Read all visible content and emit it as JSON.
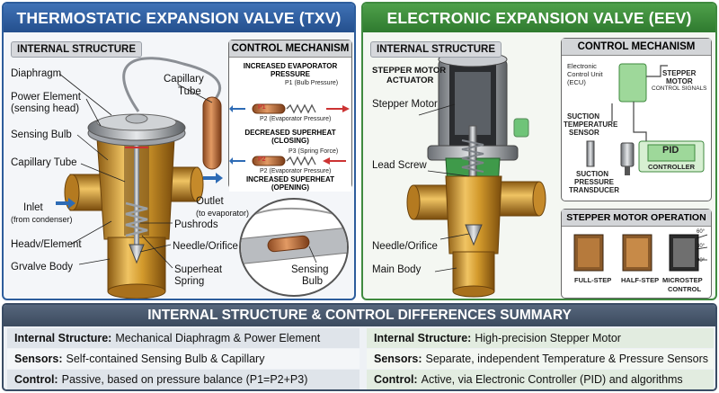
{
  "txv": {
    "title": "THERMOSTATIC EXPANSION VALVE (TXV)",
    "internal_tag": "INTERNAL STRUCTURE",
    "labels": {
      "diaphragm": "Diaphragm",
      "power_element": "Power Element",
      "sensing_head": "(sensing head)",
      "sensing_bulb": "Sensing Bulb",
      "capillary_tube_left": "Capillary Tube",
      "inlet": "Inlet",
      "inlet_sub": "(from condenser)",
      "head_element": "Headv/Element",
      "body": "Grvalve Body",
      "capillary_top_1": "Capillary",
      "capillary_top_2": "Tube",
      "outlet": "Outlet",
      "outlet_sub": "(to evaporator)",
      "pushrods": "Pushrods",
      "needle": "Needle/Orifice",
      "superheat_1": "Superheat",
      "superheat_2": "Spring",
      "sensing_bulb_zoom_1": "Sensing",
      "sensing_bulb_zoom_2": "Bulb"
    },
    "control": {
      "head": "CONTROL MECHANISM",
      "increased_pressure_1": "INCREASED EVAPORATOR",
      "increased_pressure_2": "PRESSURE",
      "p1": "P1 (Bulb Pressure)",
      "p2a": "P2 (Evaporator Pressure)",
      "decreased_superheat_1": "DECREASED SUPERHEAT",
      "decreased_superheat_2": "(CLOSING)",
      "p3": "P3 (Spring Force)",
      "p2b": "P2 (Evaporator Pressure)",
      "increased_superheat_1": "INCREASED SUPERHEAT",
      "increased_superheat_2": "(OPENING)",
      "tag_p1": "P1",
      "tag_p2": "P2"
    }
  },
  "eev": {
    "title": "ELECTRONIC EXPANSION VALVE (EEV)",
    "internal_tag": "INTERNAL STRUCTURE",
    "labels": {
      "stepper_actuator_1": "STEPPER MOTOR",
      "stepper_actuator_2": "ACTUATOR",
      "stepper_motor": "Stepper Motor",
      "lead_screw": "Lead Screw",
      "needle": "Needle/Orifice",
      "main_body": "Main Body"
    },
    "control": {
      "head": "CONTROL MECHANISM",
      "ecu_1": "Electronic",
      "ecu_2": "Control Unit",
      "ecu_3": "(ECU)",
      "stepper_1": "STEPPER",
      "stepper_2": "MOTOR",
      "stepper_3": "CONTROL SIGNALS",
      "suction_temp_1": "SUCTION",
      "suction_temp_2": "TEMPERATURE",
      "suction_temp_3": "SENSOR",
      "pid": "PID",
      "controller": "CONTROLLER",
      "suction_press_1": "SUCTION",
      "suction_press_2": "PRESSURE",
      "suction_press_3": "TRANSDUCER"
    },
    "stepper_op": {
      "head": "STEPPER MOTOR OPERATION",
      "full": "FULL-STEP",
      "half": "HALF-STEP",
      "micro_1": "MICROSTEP",
      "micro_2": "CONTROL",
      "deg_60": "60°",
      "deg_30": "30°",
      "deg_90": "90°"
    }
  },
  "summary": {
    "title": "INTERNAL STRUCTURE & CONTROL DIFFERENCES SUMMARY",
    "left": [
      {
        "key": "Internal Structure:",
        "val": "Mechanical Diaphragm & Power Element"
      },
      {
        "key": "Sensors:",
        "val": "Self-contained Sensing Bulb & Capillary"
      },
      {
        "key": "Control:",
        "val": "Passive, based on pressure balance (P1=P2+P3)"
      }
    ],
    "right": [
      {
        "key": "Internal Structure:",
        "val": "High-precision Stepper Motor"
      },
      {
        "key": "Sensors:",
        "val": "Separate, independent Temperature & Pressure Sensors"
      },
      {
        "key": "Control:",
        "val": "Active, via Electronic Controller (PID) and algorithms"
      }
    ]
  },
  "colors": {
    "txv_blue": "#2d5d9c",
    "eev_green": "#3f8a3f",
    "brass": "#d8a23a",
    "copper": "#c77a45"
  }
}
